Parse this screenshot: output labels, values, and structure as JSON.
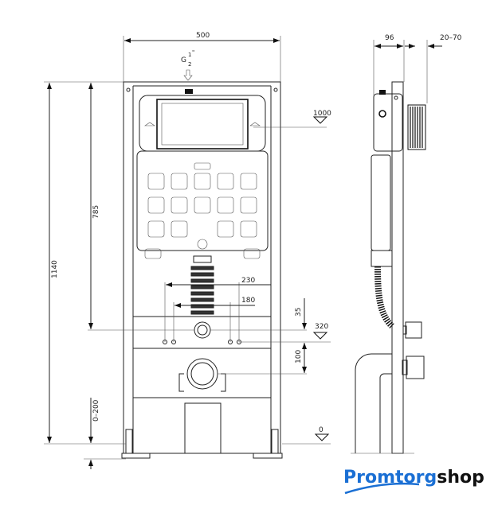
{
  "drawing": {
    "front": {
      "width_label": "500",
      "thread_label_g": "G",
      "thread_label_num": "1",
      "thread_label_den": "2",
      "thread_label_unit": "\"",
      "height_785": "785",
      "height_1140": "1140",
      "foot_range": "0–200",
      "level_1000": "1000",
      "spacing_230": "230",
      "spacing_180": "180",
      "offset_35": "35",
      "level_320": "320",
      "offset_100": "100",
      "level_0": "0"
    },
    "side": {
      "depth_label": "96",
      "wall_range_label": "20–70"
    }
  },
  "brand": {
    "part1": "Promtorg",
    "part2": "shop",
    "color1": "#1a6fd4",
    "color2": "#111111"
  }
}
